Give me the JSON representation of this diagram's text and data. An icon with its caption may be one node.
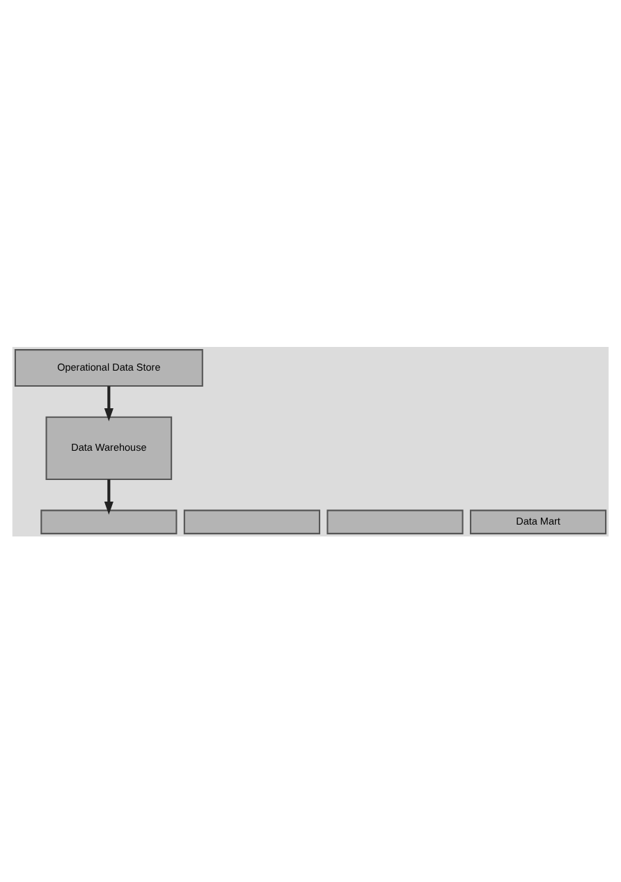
{
  "diagram": {
    "nodes": [
      {
        "text": [
          "Operational Data Store"
        ]
      },
      {
        "text": [
          "Data Warehouse"
        ]
      },
      {
        "text": [],
        "shape": "box"
      },
      {
        "text": [],
        "shape": "box"
      },
      {
        "text": [],
        "shape": "box"
      },
      {
        "text": [
          "Data Mart"
        ]
      }
    ],
    "edges": [
      {
        "from": 0,
        "to": 1,
        "arrow": "to"
      },
      {
        "from": 1,
        "to": 2,
        "arrow": "to"
      }
    ]
  }
}
